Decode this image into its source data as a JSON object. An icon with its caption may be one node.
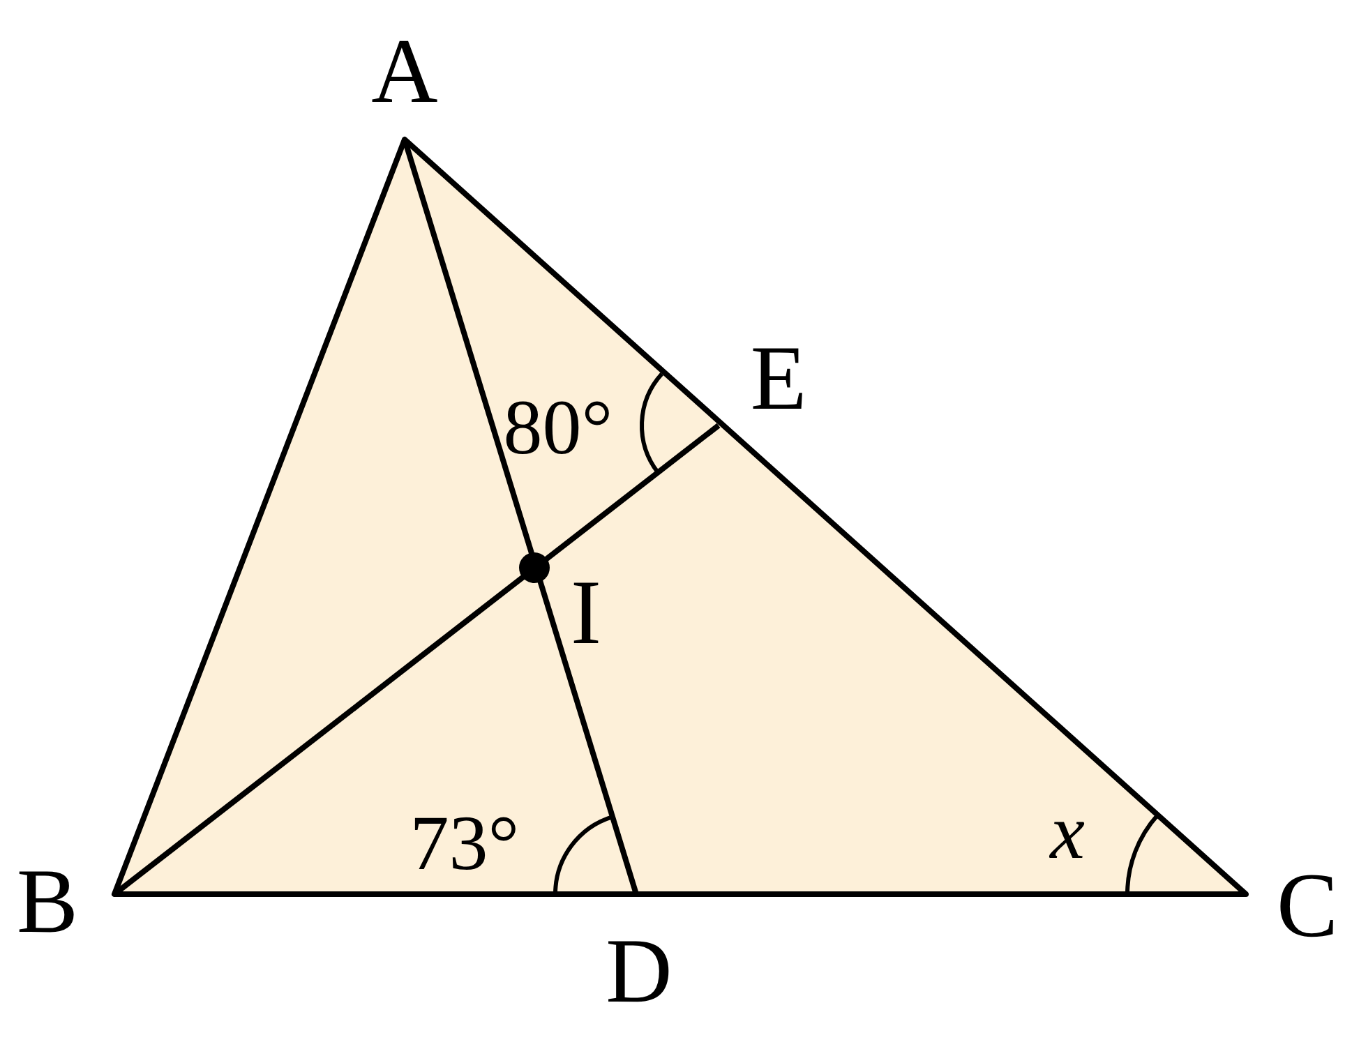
{
  "diagram": {
    "labels": [
      "A",
      "E",
      "80°",
      "I",
      "73°",
      "x",
      "B",
      "C",
      "D"
    ]
  }
}
